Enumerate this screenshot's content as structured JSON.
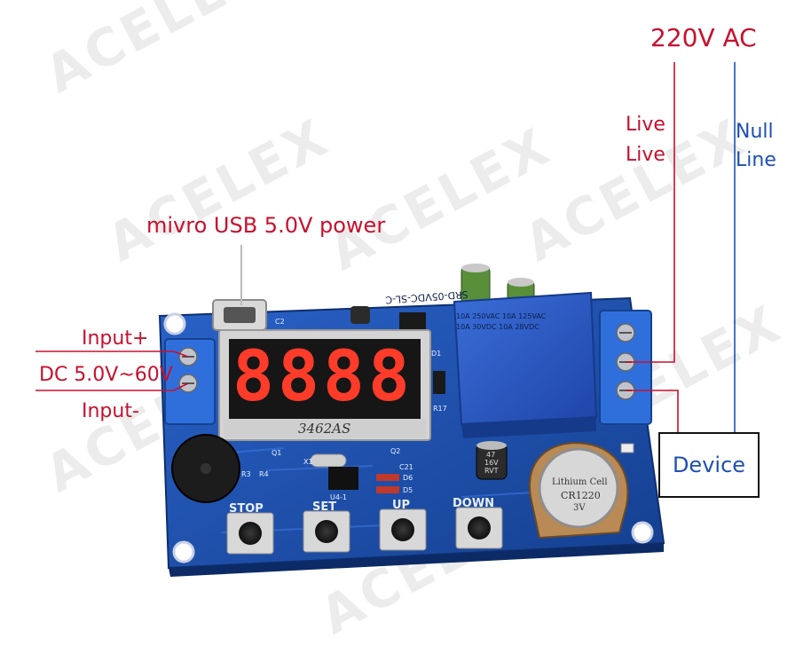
{
  "labels": {
    "ac_source": "220V AC",
    "live": "Live",
    "live_repeat": "Live",
    "null_line_1": "Null",
    "null_line_2": "Line",
    "usb_power": "mivro USB 5.0V power",
    "input_plus": "Input+",
    "dc_range": "DC 5.0V~60V",
    "input_minus": "Input-",
    "device": "Device"
  },
  "board": {
    "display_digits": "8888",
    "display_model": "3462AS",
    "relay_text": [
      "SRD-05VDC-SL-C",
      "10A 250VAC  10A 125VAC",
      "10A 30VDC  10A 28VDC"
    ],
    "battery_text": [
      "Lithium Cell",
      "CR1220",
      "3V"
    ],
    "capacitor_text": [
      "47",
      "16V",
      "RVT"
    ],
    "buttons": [
      "STOP",
      "SET",
      "UP",
      "DOWN"
    ],
    "component_labels": [
      "C2",
      "Q1",
      "X1",
      "Q2",
      "C21",
      "D6",
      "D5",
      "U4-1",
      "R3",
      "R4",
      "D1",
      "R17"
    ]
  },
  "watermark": "ACELEX",
  "colors": {
    "label_red": "#c8102e",
    "label_blue": "#1f4fb5",
    "pcb_blue": "#1d4fa8",
    "terminal_blue": "#2a64d0",
    "relay_blue": "#2a56c4",
    "led_red": "#ff3b2a"
  }
}
